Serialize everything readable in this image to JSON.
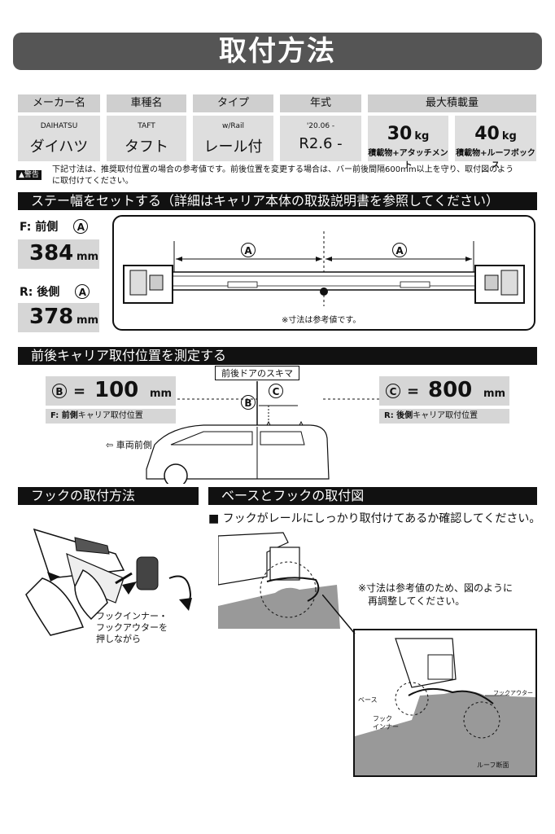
{
  "title": "取付方法",
  "table": {
    "headers": [
      "メーカー名",
      "車種名",
      "タイプ",
      "年式",
      "最大積載量"
    ],
    "maker": {
      "latin": "DAIHATSU",
      "jp": "ダイハツ"
    },
    "model": {
      "latin": "TAFT",
      "jp": "タフト"
    },
    "type": {
      "latin": "w/Rail",
      "jp": "レール付"
    },
    "year": {
      "latin": "'20.06 -",
      "jp": "R2.6 -"
    },
    "load1": {
      "num": "30",
      "unit": "kg",
      "sub": "積載物+アタッチメント"
    },
    "load2": {
      "num": "40",
      "unit": "kg",
      "sub": "積載物+ルーフボックス"
    }
  },
  "warning": {
    "badge": "警告",
    "text1": "下記寸法は、推奨取付位置の場合の参考値です。前後位置を変更する場合は、バー前後間隔600mm以上を守り、取付図のよう",
    "text2": "に取付けてください。"
  },
  "section1": "ステー幅をセットする（詳細はキャリア本体の取扱説明書を参照してください）",
  "front": {
    "label": "F: 前側",
    "mark": "A",
    "value": "384",
    "unit": "mm"
  },
  "rear": {
    "label": "R: 後側",
    "mark": "A",
    "value": "378",
    "unit": "mm"
  },
  "diagram1": {
    "markA": "A",
    "note": "※寸法は参考値です。"
  },
  "section2": "前後キャリア取付位置を測定する",
  "gap_label": "前後ドアのスキマ",
  "b": {
    "mark": "B",
    "eq": "=",
    "value": "100",
    "unit": "mm",
    "caption_bold": "F: 前側",
    "caption": "キャリア取付位置"
  },
  "c": {
    "mark": "C",
    "eq": "=",
    "value": "800",
    "unit": "mm",
    "caption_bold": "R: 後側",
    "caption": "キャリア取付位置"
  },
  "vehicle_front": "車両前側",
  "section3": "フックの取付方法",
  "section4": "ベースとフックの取付図",
  "check_text": "■ フックがレールにしっかり取付けてあるか確認してください。",
  "hook_note": [
    "フックインナー・",
    "フックアウターを",
    "押しながら"
  ],
  "adjust_note": [
    "※寸法は参考値のため、図のように",
    "再調整してください。"
  ],
  "detail_labels": {
    "base": "ベース",
    "hook_inner1": "フック",
    "hook_inner2": "インナー",
    "hook_outer": "フックアウター",
    "roof": "ルーフ断面"
  }
}
